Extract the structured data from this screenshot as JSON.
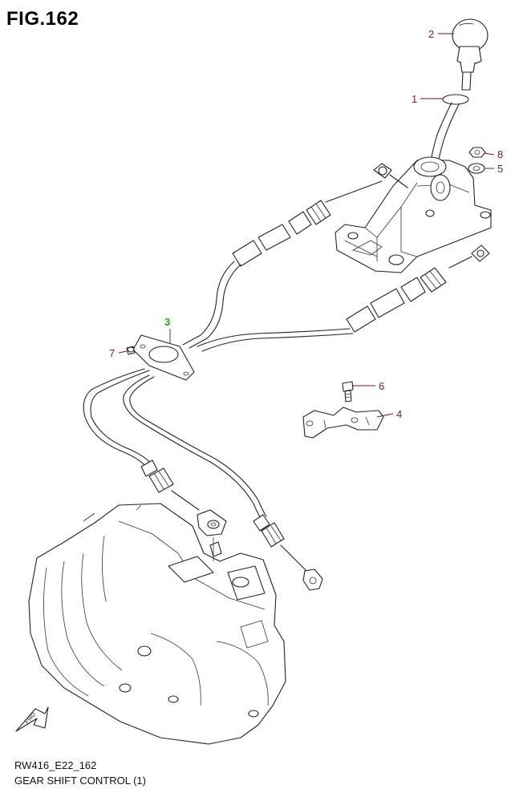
{
  "header": {
    "fig_label": "FIG.162"
  },
  "footer": {
    "model_code": "RW416_E22_162",
    "section_title": "GEAR SHIFT CONTROL (1)"
  },
  "callouts": [
    {
      "num": "1",
      "part": "shift-lever"
    },
    {
      "num": "2",
      "part": "shift-knob"
    },
    {
      "num": "3",
      "part": "shift-cable-assembly"
    },
    {
      "num": "4",
      "part": "cable-bracket"
    },
    {
      "num": "5",
      "part": "washer"
    },
    {
      "num": "6",
      "part": "bracket-bolt"
    },
    {
      "num": "7",
      "part": "cable-grommet-screw"
    },
    {
      "num": "8",
      "part": "lever-nut"
    }
  ],
  "direction_marker": {
    "label": "FWD"
  },
  "colors": {
    "callout_text": "#8b1a1a",
    "highlight_callout": "#22aa22",
    "line": "#222222",
    "background": "#ffffff"
  }
}
